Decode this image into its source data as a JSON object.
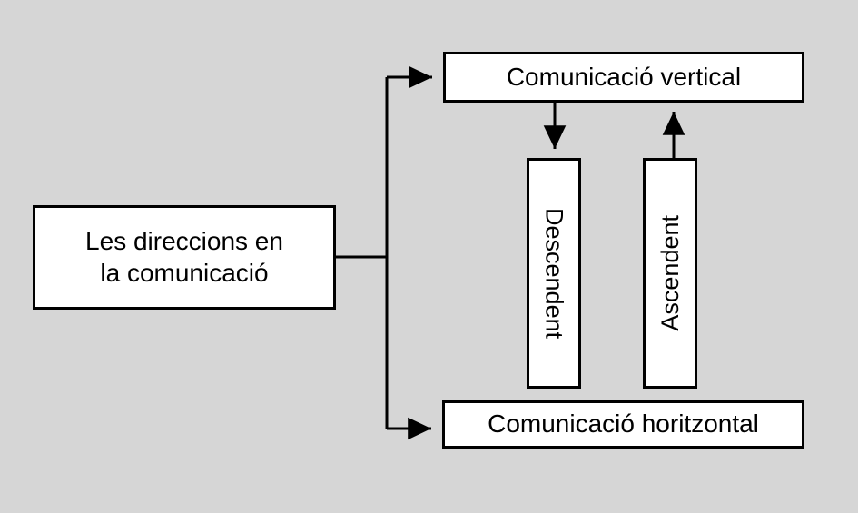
{
  "diagram": {
    "type": "tree-flowchart",
    "language": "ca",
    "background_color": "#d6d6d6",
    "node_fill_color": "#ffffff",
    "line_color": "#000000",
    "nodes": {
      "root": {
        "label": "Les direccions en\nla comunicació",
        "orientation": "horizontal"
      },
      "vertical": {
        "label": "Comunicació vertical",
        "orientation": "horizontal"
      },
      "horizontal": {
        "label": "Comunicació horitzontal",
        "orientation": "horizontal"
      },
      "descendent": {
        "label": "Descendent",
        "orientation": "vertical-downward"
      },
      "ascendent": {
        "label": "Ascendent",
        "orientation": "vertical-upward"
      }
    },
    "connectors": [
      {
        "name": "root-to-vertical",
        "from": "root",
        "to": "vertical",
        "style": "elbow",
        "arrowhead": "to"
      },
      {
        "name": "root-to-horizontal",
        "from": "root",
        "to": "horizontal",
        "style": "elbow",
        "arrowhead": "to"
      },
      {
        "name": "vertical-to-descendent",
        "from": "vertical",
        "to": "descendent",
        "style": "straight",
        "arrowhead": "to"
      },
      {
        "name": "ascendent-to-vertical",
        "from": "ascendent",
        "to": "vertical",
        "style": "straight",
        "arrowhead": "to"
      }
    ]
  }
}
